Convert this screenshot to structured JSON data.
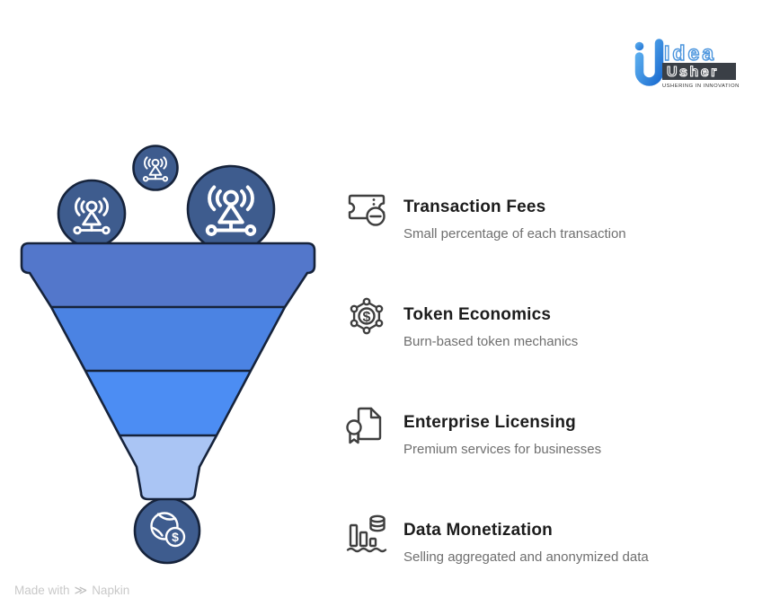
{
  "logo": {
    "idea": "Idea",
    "usher": "Usher",
    "tagline": "USHERING IN INNOVATION",
    "blue": "#2E86E5",
    "dark_box": "#3A3F46"
  },
  "items": [
    {
      "title": "Transaction Fees",
      "subtitle": "Small percentage of each transaction",
      "icon": "ticket-minus-icon"
    },
    {
      "title": "Token Economics",
      "subtitle": "Burn-based token mechanics",
      "icon": "token-hexagon-dollar-icon"
    },
    {
      "title": "Enterprise Licensing",
      "subtitle": "Premium services for businesses",
      "icon": "license-certificate-icon"
    },
    {
      "title": "Data Monetization",
      "subtitle": "Selling aggregated and anonymized data",
      "icon": "data-bars-database-icon"
    }
  ],
  "funnel": {
    "sections": [
      {
        "color": "#5377CB"
      },
      {
        "color": "#4B83E3"
      },
      {
        "color": "#4C8DF3"
      },
      {
        "color": "#AAC5F4"
      }
    ],
    "node_color": "#3E5C8E",
    "outline_color": "#16233B",
    "top_icon": "broadcast-antenna-icon",
    "bottom_icon": "globe-dollar-icon"
  },
  "icons": {
    "dollar": "$"
  },
  "footer": {
    "made_with": "Made with",
    "brand": "Napkin"
  }
}
